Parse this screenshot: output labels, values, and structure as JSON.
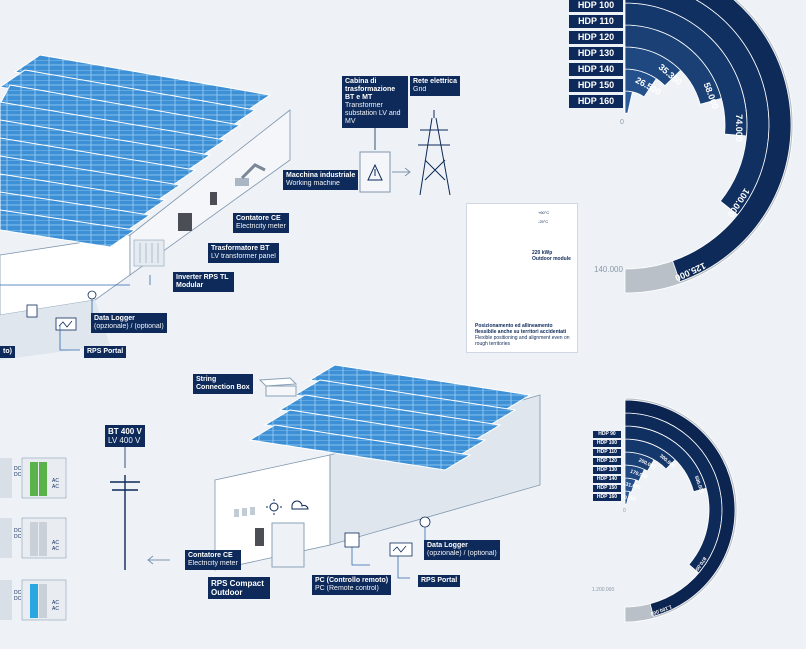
{
  "labels": {
    "substation": {
      "title": "Cabina di trasformazione BT e MT",
      "sub": "Transformer substation LV and MV"
    },
    "grid": {
      "title": "Rete elettrica",
      "sub": "Grid"
    },
    "machine": {
      "title": "Macchina industriale",
      "sub": "Working machine"
    },
    "meter_top": {
      "title": "Contatore CE",
      "sub": "Electricity meter"
    },
    "transformer": {
      "title": "Trasformatore BT",
      "sub": "LV transformer panel"
    },
    "inverter": {
      "title": "Inverter RPS TL Modular",
      "sub": ""
    },
    "logger_top": {
      "title": "Data Logger",
      "sub": "(opzionale) / (optional)"
    },
    "portal_top": {
      "title": "RPS Portal",
      "sub": ""
    },
    "left_cut": {
      "title": "to)",
      "sub": ""
    },
    "string_box": {
      "title": "String Connection Box",
      "sub": ""
    },
    "bt400": {
      "title": "BT 400 V",
      "sub": "LV 400 V"
    },
    "meter_bottom": {
      "title": "Contatore CE",
      "sub": "Electricity meter"
    },
    "compact": {
      "title": "RPS Compact Outdoor",
      "sub": ""
    },
    "pc": {
      "title": "PC (Controllo remoto)",
      "sub": "PC (Remote control)"
    },
    "portal_bottom": {
      "title": "RPS Portal",
      "sub": ""
    },
    "logger_bottom": {
      "title": "Data Logger",
      "sub": "(opzionale) / (optional)"
    }
  },
  "card": {
    "temp_high": "+60°C",
    "temp_low": "-25°C",
    "unit_label": "220 kWp Outdoor module",
    "caption_title": "Posizionamento ed allineamento flessibile anche su territori accidentati",
    "caption_sub": "Flexible positioning and alignment even on rough territories"
  },
  "cabinet_labels": {
    "dc": "DC",
    "ac": "AC"
  },
  "chart_data": [
    {
      "type": "donut",
      "series_labels": [
        "HDP 100",
        "HDP 110",
        "HDP 120",
        "HDP 130",
        "HDP 140",
        "HDP 150",
        "HDP 160"
      ],
      "values": [
        null,
        26500,
        35350,
        58000,
        74000,
        100000,
        125000
      ],
      "value_labels": [
        "",
        "26.500",
        "35.350",
        "58.000",
        "74.000",
        "100.000",
        "125.000"
      ],
      "max_value": 140000,
      "max_label": "140.000",
      "zero_label": "0"
    },
    {
      "type": "donut",
      "series_labels": [
        "HDP 90",
        "HDP 100",
        "HDP 110",
        "HDP 120",
        "HDP 130",
        "HDP 140",
        "HDP 150",
        "HDP 160"
      ],
      "values": [
        100000,
        131000,
        170000,
        200000,
        300000,
        500000,
        870000,
        1100000
      ],
      "value_labels": [
        "100.000",
        "131.000",
        "170.000",
        "200.000",
        "300.000",
        "500.000",
        "870.000",
        "1.100.000"
      ],
      "max_value": 1200000,
      "max_label": "1.200.000",
      "zero_label": "0"
    }
  ],
  "colors": {
    "navy": "#0d2a5a",
    "mid": "#1d4a86",
    "light": "#2f6ab0",
    "grey": "#b9c0c8",
    "bg": "#eef2f6",
    "panel": "#3d8fd6",
    "green": "#59b24a",
    "cyan": "#2aa6e0"
  }
}
